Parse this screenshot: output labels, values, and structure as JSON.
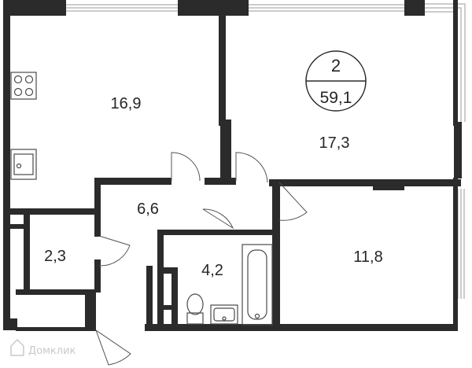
{
  "apartment": {
    "rooms_count": "2",
    "total_area": "59,1"
  },
  "rooms": {
    "kitchen": "16,9",
    "living_room": "17,3",
    "bedroom": "11,8",
    "hall": "6,6",
    "storage": "2,3",
    "bathroom": "4,2"
  },
  "watermark": "Домклик",
  "colors": {
    "wall": "#2b2b2b",
    "text": "#262626",
    "window_line": "#9a9a9a"
  }
}
